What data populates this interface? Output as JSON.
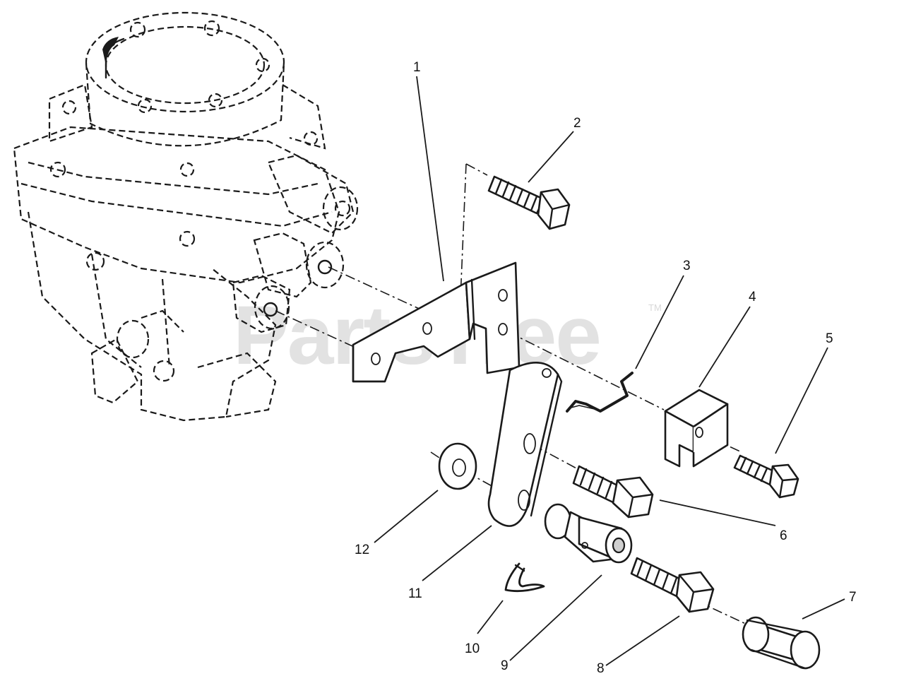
{
  "watermark": {
    "text": "PartsTree",
    "trademark": "TM"
  },
  "callouts": [
    "1",
    "2",
    "3",
    "4",
    "5",
    "6",
    "7",
    "8",
    "9",
    "10",
    "11",
    "12"
  ]
}
